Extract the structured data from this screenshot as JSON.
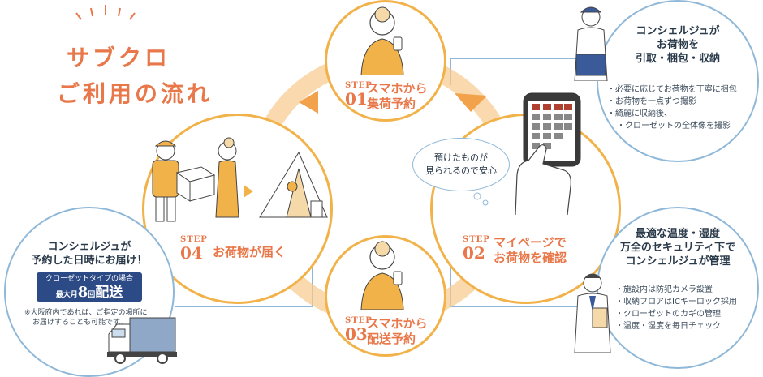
{
  "title": {
    "line1": "サブクロ",
    "line2": "ご利用の流れ"
  },
  "steps": [
    {
      "label": "STEP",
      "num": "01",
      "text1": "スマホから",
      "text2": "集荷予約"
    },
    {
      "label": "STEP",
      "num": "02",
      "text1": "マイページで",
      "text2": "お荷物を確認"
    },
    {
      "label": "STEP",
      "num": "03",
      "text1": "スマホから",
      "text2": "配送予約"
    },
    {
      "label": "STEP",
      "num": "04",
      "text1": "お荷物が届く"
    }
  ],
  "bubble": {
    "line1": "預けたものが",
    "line2": "見られるので安心"
  },
  "concierge_pick": {
    "head1": "コンシェルジュが",
    "head2": "お荷物を",
    "head3": "引取・梱包・収納",
    "items": [
      "必要に応じてお荷物を丁寧に梱包",
      "お荷物を一点ずつ撮影",
      "綺麗に収納後、",
      "クローゼットの全体像を撮影"
    ]
  },
  "security": {
    "head1": "最適な温度・湿度",
    "head2": "万全のセキュリティ下で",
    "head3": "コンシェルジュが管理",
    "items": [
      "施設内は防犯カメラ設置",
      "収納フロアはICキーロック採用",
      "クローゼットのカギの管理",
      "温度・湿度を毎日チェック"
    ]
  },
  "delivery": {
    "head1": "コンシェルジュが",
    "head2": "予約した日時にお届け！",
    "badge_line1": "クローゼットタイプの場合",
    "badge_prefix": "最大月",
    "badge_num": "8",
    "badge_suffix": "回",
    "badge_big": "配送",
    "note1": "※大阪府内であれば、ご指定の場所に",
    "note2": "お届けすることも可能です。"
  },
  "colors": {
    "accent": "#e8784a",
    "ring": "#f2b24a",
    "navy": "#2c4a86",
    "line": "#8fb8d8"
  }
}
